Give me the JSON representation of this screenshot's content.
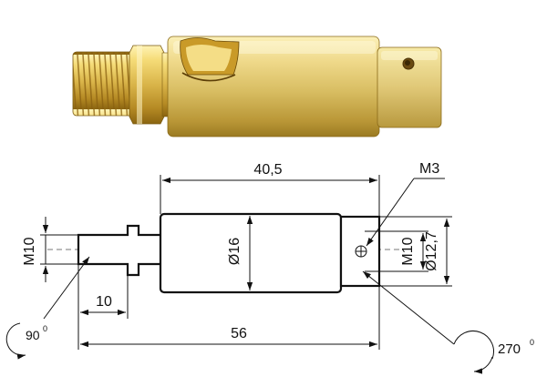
{
  "dimensions": {
    "length_body": "40,5",
    "length_total": "56",
    "length_thread": "10",
    "thread_left": "M10",
    "thread_right": "M10",
    "diameter_body": "Ø16",
    "diameter_end": "Ø12,7",
    "screw": "M3"
  },
  "angles": {
    "left_value": "90",
    "right_value": "270",
    "degree_mark": "0"
  }
}
